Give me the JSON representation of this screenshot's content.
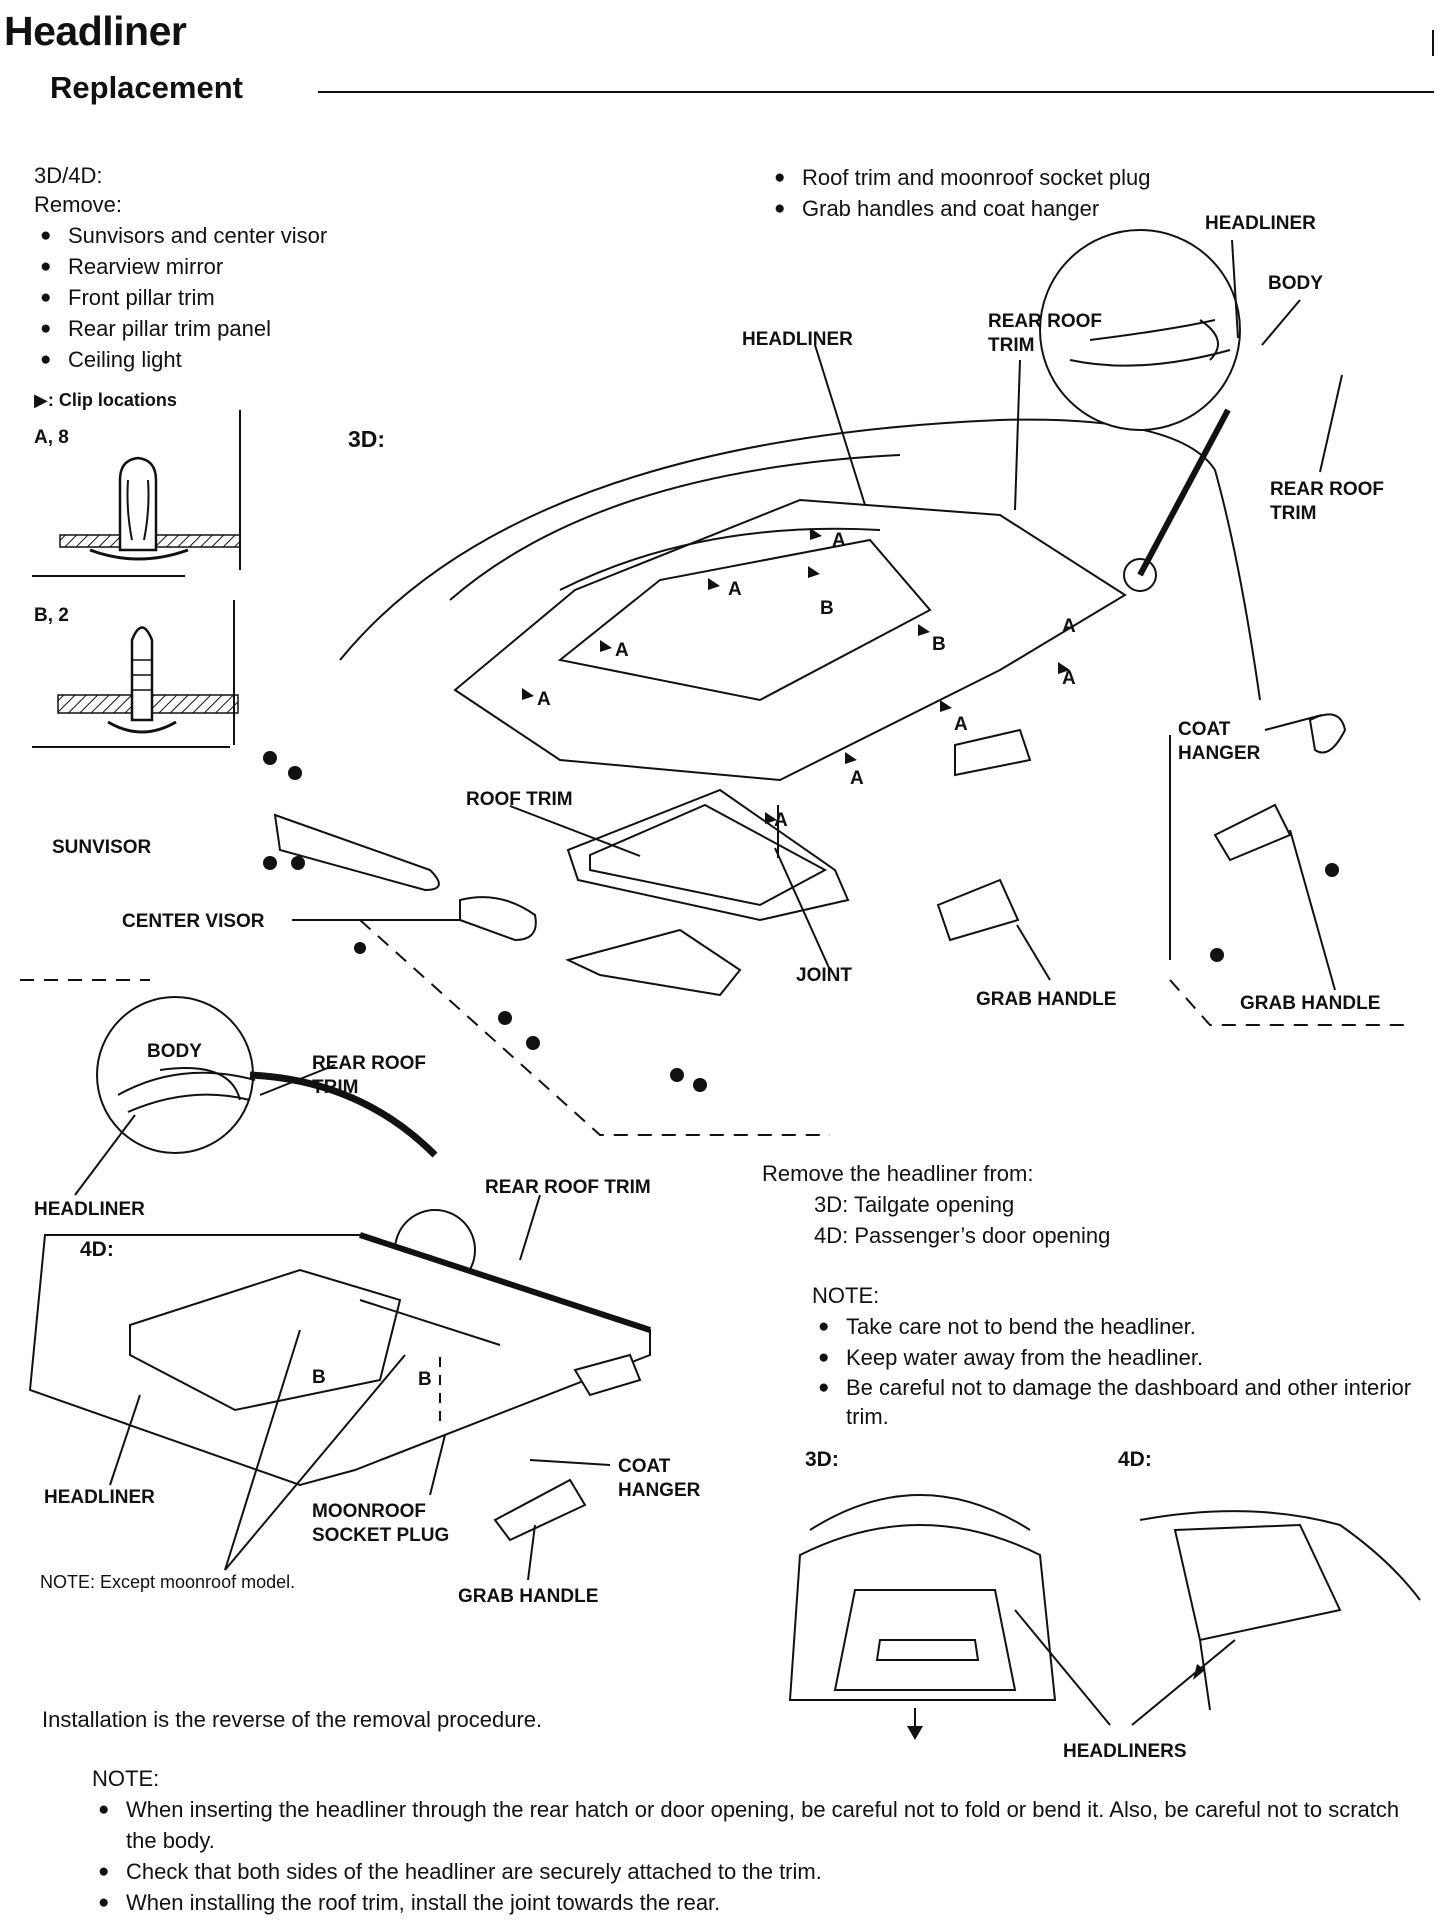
{
  "header": {
    "title": "Headliner",
    "subtitle": "Replacement"
  },
  "left_instructions": {
    "heading": "3D/4D:",
    "remove_label": "Remove:",
    "items": [
      "Sunvisors and center visor",
      "Rearview mirror",
      "Front pillar trim",
      "Rear pillar trim panel",
      "Ceiling light"
    ],
    "clip_legend": "▶: Clip locations"
  },
  "right_instructions": {
    "items": [
      "Roof trim and moonroof socket plug",
      "Grab handles and coat hanger"
    ]
  },
  "clips": {
    "top_label": "A, 8",
    "bottom_label": "B, 2"
  },
  "diagram_3d": {
    "label": "3D:",
    "callouts": {
      "headliner": "HEADLINER",
      "rear_roof_trim": "REAR ROOF TRIM",
      "detail_headliner": "HEADLINER",
      "detail_body": "BODY",
      "detail_rear_roof_trim": "REAR ROOF TRIM",
      "roof_trim": "ROOF TRIM",
      "sunvisor": "SUNVISOR",
      "center_visor": "CENTER VISOR",
      "joint": "JOINT",
      "grab_handle": "GRAB HANDLE",
      "coat_hanger": "COAT HANGER",
      "grab_handle_2": "GRAB HANDLE"
    },
    "clip_marks": [
      "A",
      "A",
      "A",
      "A",
      "A",
      "B",
      "B",
      "A",
      "A",
      "A",
      "A"
    ]
  },
  "diagram_4d": {
    "label": "4D:",
    "callouts": {
      "body": "BODY",
      "rear_roof_trim_detail": "REAR ROOF TRIM",
      "headliner_detail": "HEADLINER",
      "rear_roof_trim": "REAR ROOF TRIM",
      "headliner": "HEADLINER",
      "moonroof_socket_plug": "MOONROOF SOCKET PLUG",
      "coat_hanger": "COAT HANGER",
      "grab_handle": "GRAB HANDLE"
    },
    "clip_marks": [
      "B",
      "B"
    ],
    "note": "NOTE:  Except moonroof model."
  },
  "removal": {
    "intro": "Remove the headliner from:",
    "lines": [
      "3D: Tailgate opening",
      "4D: Passenger’s door opening"
    ],
    "note_label": "NOTE:",
    "notes": [
      "Take care not to bend the headliner.",
      "Keep water away from the headliner.",
      "Be careful not to damage the dashboard and other interior trim."
    ]
  },
  "openings": {
    "label_3d": "3D:",
    "label_4d": "4D:",
    "headliners": "HEADLINERS"
  },
  "installation": {
    "text": "Installation is the reverse of the removal procedure.",
    "note_label": "NOTE:",
    "notes": [
      "When inserting the headliner through the rear hatch or door opening, be careful not to fold or bend it. Also, be careful not to scratch the body.",
      "Check that both sides of the headliner are securely attached to the trim.",
      "When installing the roof trim, install the joint towards the rear."
    ]
  }
}
